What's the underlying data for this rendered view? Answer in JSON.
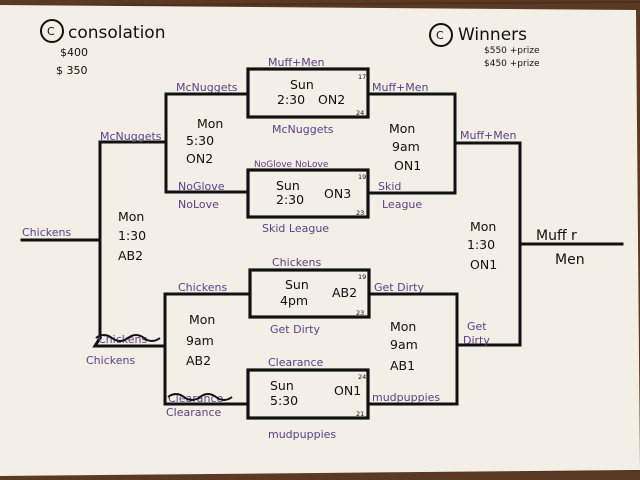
{
  "headers": {
    "consolation": {
      "mark": "C",
      "title": "consolation",
      "prizes": [
        "$400",
        "$ 350"
      ]
    },
    "winners": {
      "mark": "C",
      "title": "Winners",
      "prizes": [
        "$550 +prize",
        "$450 +prize"
      ]
    }
  },
  "teams": {
    "muff_men": "Muff+Men",
    "mcnuggets": "McNuggets",
    "no_glove": "NoGlove",
    "no_glove_no_love": "NoGlove NoLove",
    "no_love": "NoLove",
    "skid_league": "Skid League",
    "skid": "Skid",
    "league": "League",
    "chickens": "Chickens",
    "get_dirty": "Get Dirty",
    "get": "Get",
    "dirty": "Dirty",
    "clearance": "Clearance",
    "mudpuppies": "mudpuppies",
    "champion_1": "Muff r",
    "champion_2": "Men"
  },
  "games": {
    "g1": {
      "day": "Sun",
      "time": "2:30",
      "court": "ON2",
      "score_top": "17",
      "score_bottom": "24"
    },
    "g2": {
      "day": "Sun",
      "time": "2:30",
      "court": "ON3",
      "score_top": "19",
      "score_bottom": "23"
    },
    "g3": {
      "day": "Sun",
      "time": "4pm",
      "court": "AB2",
      "score_top": "19",
      "score_bottom": "23"
    },
    "g4": {
      "day": "Sun",
      "time": "5:30",
      "court": "ON1",
      "score_top": "24",
      "score_bottom": "21"
    },
    "c_semi1": {
      "day": "Mon",
      "time": "5:30",
      "court": "ON2"
    },
    "c_semi2": {
      "day": "Mon",
      "time": "9am",
      "court": "AB2"
    },
    "c_final": {
      "day": "Mon",
      "time": "1:30",
      "court": "AB2"
    },
    "w_semi1": {
      "day": "Mon",
      "time": "9am",
      "court": "ON1"
    },
    "w_semi2": {
      "day": "Mon",
      "time": "9am",
      "court": "AB1"
    },
    "w_final": {
      "day": "Mon",
      "time": "1:30",
      "court": "ON1"
    }
  },
  "colors": {
    "ink": "#111111",
    "pen": "#5b3f86",
    "paper": "#f3efe6",
    "table": "#5a3a22"
  }
}
